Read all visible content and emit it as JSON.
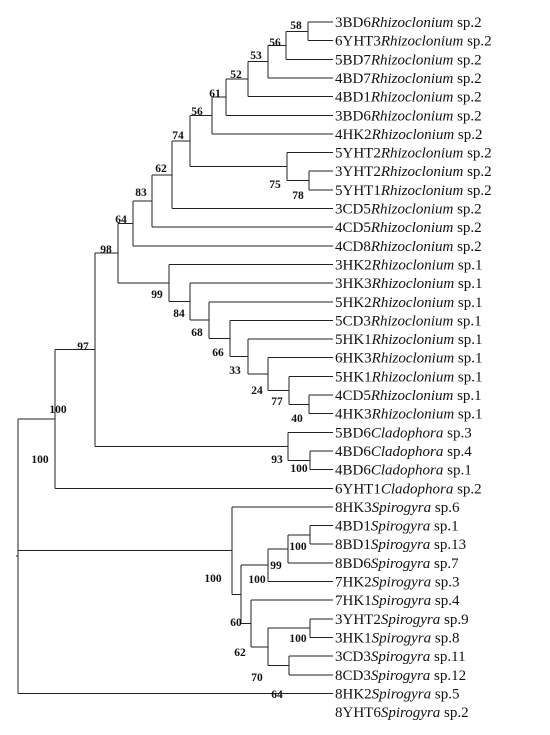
{
  "tree": {
    "taxa": [
      {
        "id": "3BD6",
        "genus": "Rhizoclonium",
        "sp": "sp.2"
      },
      {
        "id": "6YHT3",
        "genus": "Rhizoclonium",
        "sp": "sp.2"
      },
      {
        "id": "5BD7",
        "genus": "Rhizoclonium",
        "sp": "sp.2"
      },
      {
        "id": "4BD7",
        "genus": "Rhizoclonium",
        "sp": "sp.2"
      },
      {
        "id": "4BD1",
        "genus": "Rhizoclonium",
        "sp": "sp.2"
      },
      {
        "id": "3BD6",
        "genus": "Rhizoclonium",
        "sp": "sp.2"
      },
      {
        "id": "4HK2",
        "genus": "Rhizoclonium",
        "sp": "sp.2"
      },
      {
        "id": "5YHT2",
        "genus": "Rhizoclonium",
        "sp": "sp.2"
      },
      {
        "id": "3YHT2",
        "genus": "Rhizoclonium",
        "sp": "sp.2"
      },
      {
        "id": "5YHT1",
        "genus": "Rhizoclonium",
        "sp": "sp.2"
      },
      {
        "id": "3CD5",
        "genus": "Rhizoclonium",
        "sp": "sp.2"
      },
      {
        "id": "4CD5",
        "genus": "Rhizoclonium",
        "sp": "sp.2"
      },
      {
        "id": "4CD8",
        "genus": "Rhizoclonium",
        "sp": "sp.2"
      },
      {
        "id": "3HK2",
        "genus": "Rhizoclonium",
        "sp": "sp.1"
      },
      {
        "id": "3HK3",
        "genus": "Rhizoclonium",
        "sp": "sp.1"
      },
      {
        "id": "5HK2",
        "genus": "Rhizoclonium",
        "sp": "sp.1"
      },
      {
        "id": "5CD3",
        "genus": "Rhizoclonium",
        "sp": "sp.1"
      },
      {
        "id": "5HK1",
        "genus": "Rhizoclonium",
        "sp": "sp.1"
      },
      {
        "id": "6HK3",
        "genus": "Rhizoclonium",
        "sp": "sp.1"
      },
      {
        "id": "5HK1",
        "genus": "Rhizoclonium",
        "sp": "sp.1"
      },
      {
        "id": "4CD5",
        "genus": "Rhizoclonium",
        "sp": "sp.1"
      },
      {
        "id": "4HK3",
        "genus": "Rhizoclonium",
        "sp": "sp.1"
      },
      {
        "id": "5BD6",
        "genus": "Cladophora",
        "sp": "sp.3"
      },
      {
        "id": "4BD6",
        "genus": "Cladophora",
        "sp": "sp.4"
      },
      {
        "id": "4BD6",
        "genus": "Cladophora",
        "sp": "sp.1"
      },
      {
        "id": "6YHT1",
        "genus": "Cladophora",
        "sp": "sp.2"
      },
      {
        "id": "8HK3",
        "genus": "Spirogyra",
        "sp": "sp.6"
      },
      {
        "id": "4BD1",
        "genus": "Spirogyra",
        "sp": "sp.1"
      },
      {
        "id": "8BD1",
        "genus": "Spirogyra",
        "sp": "sp.13"
      },
      {
        "id": "8BD6",
        "genus": "Spirogyra",
        "sp": "sp.7"
      },
      {
        "id": "7HK2",
        "genus": "Spirogyra",
        "sp": "sp.3"
      },
      {
        "id": "7HK1",
        "genus": "Spirogyra",
        "sp": "sp.4"
      },
      {
        "id": "3YHT2",
        "genus": "Spirogyra",
        "sp": "sp.9"
      },
      {
        "id": "3HK1",
        "genus": "Spirogyra",
        "sp": "sp.8"
      },
      {
        "id": "3CD3",
        "genus": "Spirogyra",
        "sp": "sp.11"
      },
      {
        "id": "8CD3",
        "genus": "Spirogyra",
        "sp": "sp.12"
      },
      {
        "id": "8HK2",
        "genus": "Spirogyra",
        "sp": "sp.5"
      },
      {
        "id": "8YHT6",
        "genus": "Spirogyra",
        "sp": "sp.2"
      }
    ],
    "bootstrap": {
      "n_0_1": "58",
      "n_0_2": "56",
      "n_0_3": "53",
      "n_0_4": "52",
      "n_0_5": "61",
      "n_0_6": "56",
      "n_7_9": "75",
      "n_8_9": "78",
      "n_0_9": "74",
      "n_0_10": "62",
      "n_0_11": "83",
      "n_0_12": "64",
      "n_19_20": "40",
      "n_19_21": "77",
      "n_18_21": "24",
      "n_17_21": "33",
      "n_16_21": "66",
      "n_15_21": "68",
      "n_14_21": "84",
      "n_13_21": "99",
      "n_0_21": "98",
      "n_23_24": "100",
      "n_22_24": "93",
      "n_0_24": "97",
      "n_0_25": "100",
      "n_28_29": "100",
      "n_28_30": "99",
      "n_28_31": "100",
      "n_33_34": "100",
      "n_35_36": "64",
      "n_33_36": "70",
      "n_32_36": "62",
      "n_28_36": "60",
      "n_27_36": "100",
      "root": "100"
    }
  }
}
